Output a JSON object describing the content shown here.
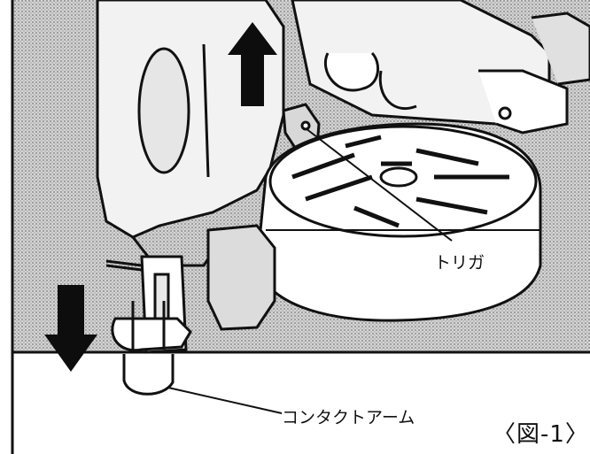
{
  "figure": {
    "labels": {
      "trigger": "トリガ",
      "contact_arm": "コンタクトアーム",
      "figure_number": "〈図-1〉"
    },
    "colors": {
      "ink": "#111111",
      "background": "#ffffff",
      "texture": "#b9b9b9"
    },
    "arrows": [
      "up-arrow",
      "down-arrow"
    ]
  }
}
